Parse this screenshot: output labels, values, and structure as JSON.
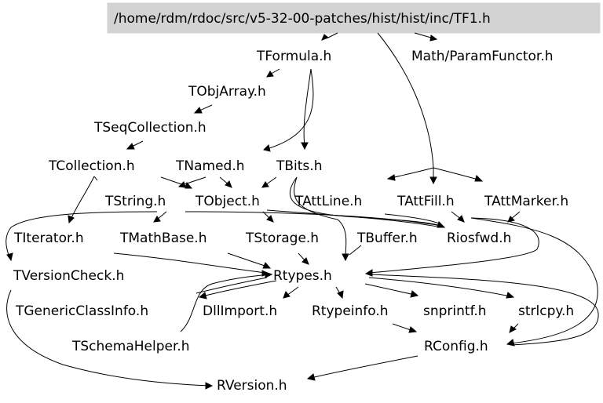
{
  "title": "/home/rdm/rdoc/src/v5-32-00-patches/hist/hist/inc/TF1.h",
  "nodes": {
    "root": "/home/rdm/rdoc/src/v5-32-00-patches/hist/hist/inc/TF1.h",
    "tformula": "TFormula.h",
    "paramfunctor": "Math/ParamFunctor.h",
    "tobjarray": "TObjArray.h",
    "tseqcollection": "TSeqCollection.h",
    "tcollection": "TCollection.h",
    "tnamed": "TNamed.h",
    "tbits": "TBits.h",
    "tstring": "TString.h",
    "tobject": "TObject.h",
    "tattline": "TAttLine.h",
    "tattfill": "TAttFill.h",
    "tattmarker": "TAttMarker.h",
    "titerator": "TIterator.h",
    "tmathbase": "TMathBase.h",
    "tstorage": "TStorage.h",
    "tbuffer": "TBuffer.h",
    "riosfwd": "Riosfwd.h",
    "tversioncheck": "TVersionCheck.h",
    "rtypes": "Rtypes.h",
    "tgenericclassinfo": "TGenericClassInfo.h",
    "dllimport": "DllImport.h",
    "rtypeinfo": "Rtypeinfo.h",
    "snprintf": "snprintf.h",
    "strlcpy": "strlcpy.h",
    "tschemahelper": "TSchemaHelper.h",
    "rconfig": "RConfig.h",
    "rversion": "RVersion.h"
  }
}
